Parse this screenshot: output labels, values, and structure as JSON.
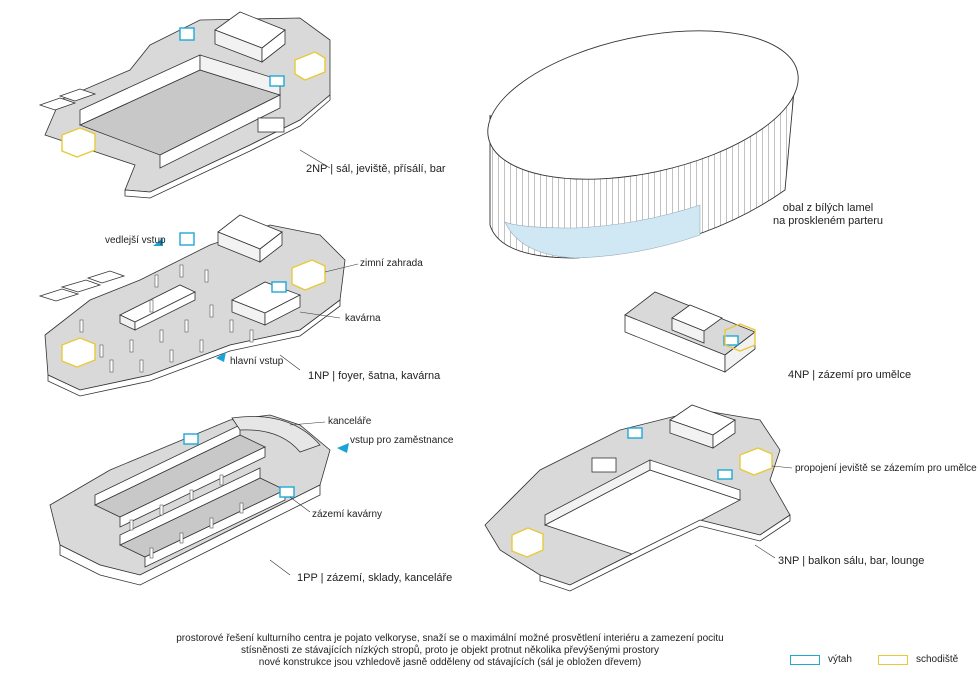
{
  "colors": {
    "elevator": "#1fa7d6",
    "stairs": "#e8c93a",
    "floor": "#d9d9d9",
    "wall": "#ffffff",
    "stroke": "#333333",
    "glass": "#cfe8f3",
    "accent": "#19a3d8"
  },
  "floors": {
    "np2": {
      "title": "2NP | sál, jeviště, přísálí, bar"
    },
    "np1": {
      "title": "1NP | foyer, šatna, kavárna",
      "side_entrance": "vedlejší vstup",
      "winter_garden": "zimní zahrada",
      "cafe": "kavárna",
      "main_entrance": "hlavní vstup"
    },
    "pp1": {
      "title": "1PP | zázemí, sklady, kanceláře",
      "offices": "kanceláře",
      "staff_entrance": "vstup pro zaměstnance",
      "cafe_backstage": "zázemí kavárny"
    },
    "np3": {
      "title": "3NP | balkon sálu, bar, lounge",
      "stage_link": "propojení jeviště se zázemím pro umělce"
    },
    "np4": {
      "title": "4NP | zázemí pro umělce"
    },
    "envelope": {
      "line1": "obal z bílých lamel",
      "line2": "na proskleném parteru"
    }
  },
  "caption": {
    "line1": "prostorové řešení kulturního centra je pojato velkoryse, snaží se o maximální možné prosvětlení interiéru a zamezení pocitu",
    "line2": "stísněnosti ze stávajících nízkých stropů, proto je objekt protnut několika převýšenými prostory",
    "line3": "nové konstrukce jsou vzhledově jasně odděleny od stávajících (sál je obložen dřevem)"
  },
  "legend": {
    "elevator": "výtah",
    "stairs": "schodiště"
  }
}
